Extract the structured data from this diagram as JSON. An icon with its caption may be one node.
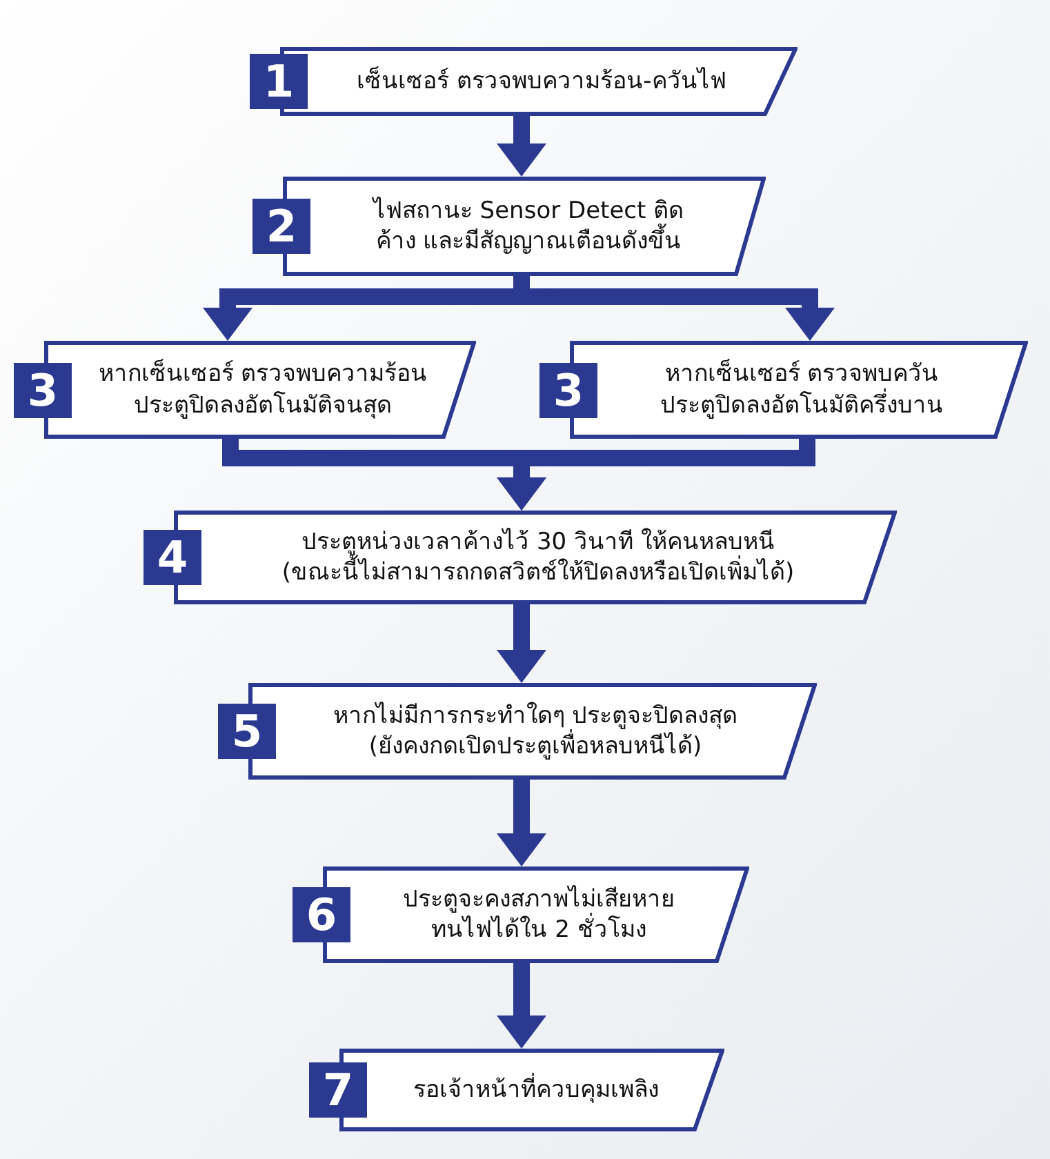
{
  "diagram": {
    "nodes": [
      {
        "text": [
          "1",
          "เซ็นเซอร์ ตรวจพบความร้อน-ควันไฟ"
        ]
      },
      {
        "text": [
          "2",
          "ไฟสถานะ Sensor Detect ติดค้าง และมีสัญญาณเตือนดังขึ้น"
        ]
      },
      {
        "text": [
          "3",
          "หากเซ็นเซอร์ ตรวจพบความร้อน ประตูปิดลงอัตโนมัติจนสุด"
        ]
      },
      {
        "text": [
          "3",
          "หากเซ็นเซอร์ ตรวจพบควัน ประตูปิดลงอัตโนมัติครึ่งบาน"
        ]
      },
      {
        "text": [
          "4",
          "ประตูหน่วงเวลาค้างไว้ 30 วินาที ให้คนหลบหนี (ขณะนี้ไม่สามารถกดสวิตช์ให้ปิดลงหรือเปิดเพิ่มได้)"
        ]
      },
      {
        "text": [
          "5",
          "หากไม่มีการกระทำใดๆ ประตูจะปิดลงสุด (ยังคงกดเปิดประตูเพื่อหลบหนีได้)"
        ]
      },
      {
        "text": [
          "6",
          "ประตูจะคงสภาพไม่เสียหาย ทนไฟได้ใน 2 ชั่วโมง"
        ]
      },
      {
        "text": [
          "7",
          "รอเจ้าหน้าที่ควบคุมเพลิง"
        ]
      }
    ],
    "edges": [
      {
        "from": 0,
        "to": 1,
        "arrow": "to"
      },
      {
        "from": 1,
        "to": 2,
        "arrow": "to"
      },
      {
        "from": 1,
        "to": 3,
        "arrow": "to"
      },
      {
        "from": 2,
        "to": 4,
        "arrow": "to"
      },
      {
        "from": 3,
        "to": 4,
        "arrow": "to"
      },
      {
        "from": 4,
        "to": 5,
        "arrow": "to"
      },
      {
        "from": 5,
        "to": 6,
        "arrow": "to"
      },
      {
        "from": 6,
        "to": 7,
        "arrow": "to"
      }
    ]
  }
}
